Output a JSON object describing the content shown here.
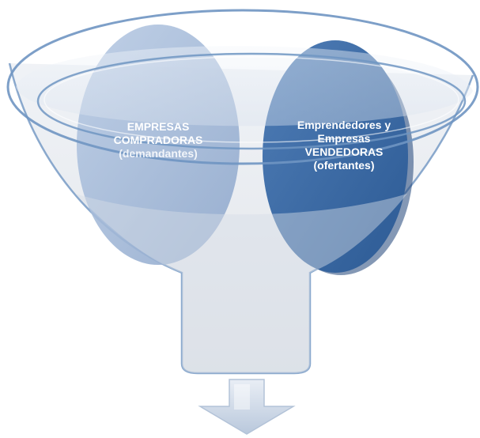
{
  "left_circle": {
    "line1": "EMPRESAS",
    "line2": "COMPRADORAS",
    "line3": "(demandantes)"
  },
  "right_circle": {
    "line1": "Emprendedores  y",
    "line2": "Empresas",
    "line3": "VENDEDORAS",
    "line4": "(ofertantes)"
  },
  "colors": {
    "left_circle": "#a7bbd9",
    "right_circle": "#3f6ca5",
    "funnel_rim": "#6f95c2",
    "funnel_body": "#d7dde7",
    "arrow": "#c3cfe0"
  }
}
